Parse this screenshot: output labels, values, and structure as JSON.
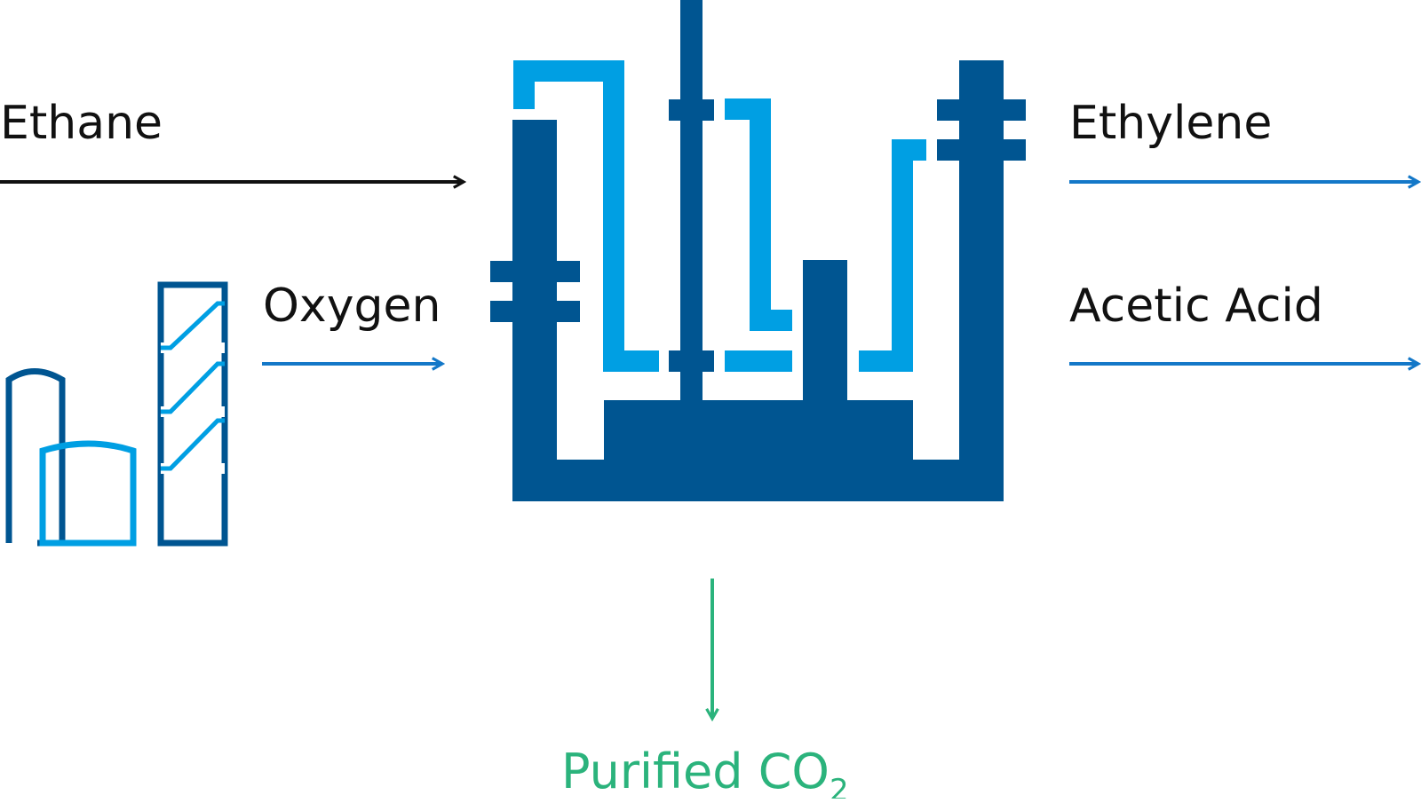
{
  "inputs": {
    "ethane": "Ethane",
    "oxygen": "Oxygen"
  },
  "outputs": {
    "ethylene": "Ethylene",
    "acetic_acid": "Acetic Acid"
  },
  "byproduct": {
    "label": "Purified CO",
    "subscript": "2"
  },
  "colors": {
    "dark_blue": "#005591",
    "light_blue": "#009fe3",
    "arrow_blue": "#1478c8",
    "arrow_black": "#111111",
    "green": "#2bb37c"
  },
  "icons": {
    "plant": "oxygen-plant-icon",
    "reactor": "reactor-process-icon"
  }
}
